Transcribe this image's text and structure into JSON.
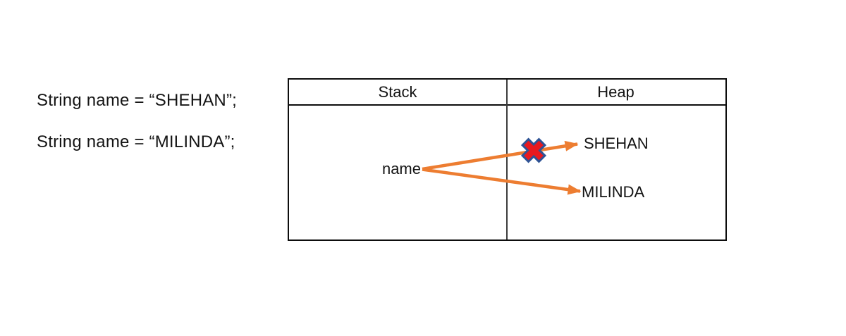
{
  "code": {
    "line1": "String name = “SHEHAN”;",
    "line2": "String name = “MILINDA”;"
  },
  "table": {
    "stack_header": "Stack",
    "heap_header": "Heap"
  },
  "diagram": {
    "stack_variable": "name",
    "heap_values": [
      "SHEHAN",
      "MILINDA"
    ],
    "crossed_out_value": "SHEHAN",
    "colors": {
      "arrow": "#ED7D31",
      "x_fill": "#E8191F",
      "x_stroke": "#2E5395",
      "table_border": "#0d0d0d",
      "text": "#141414"
    }
  }
}
